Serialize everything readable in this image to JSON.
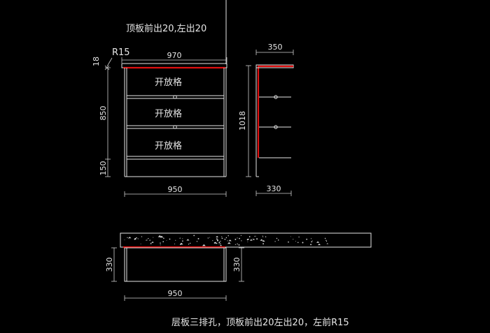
{
  "notes": {
    "top": "顶板前出20,左出20",
    "bottom": "层板三排孔，顶板前出20左出20，左前R15"
  },
  "front_view": {
    "radius_label": "R15",
    "thickness_label": "18",
    "top_width": "970",
    "bottom_width": "950",
    "height_upper": "850",
    "height_lower": "150",
    "shelf_labels": [
      "开放格",
      "开放格",
      "开放格"
    ]
  },
  "side_view": {
    "top_depth": "350",
    "bottom_depth": "330",
    "total_height": "1018"
  },
  "plan_view": {
    "width": "950",
    "depth_left": "330",
    "depth_right": "330"
  },
  "colors": {
    "line": "#e6e6e6",
    "edge_highlight": "#e01010",
    "background": "#000000"
  }
}
